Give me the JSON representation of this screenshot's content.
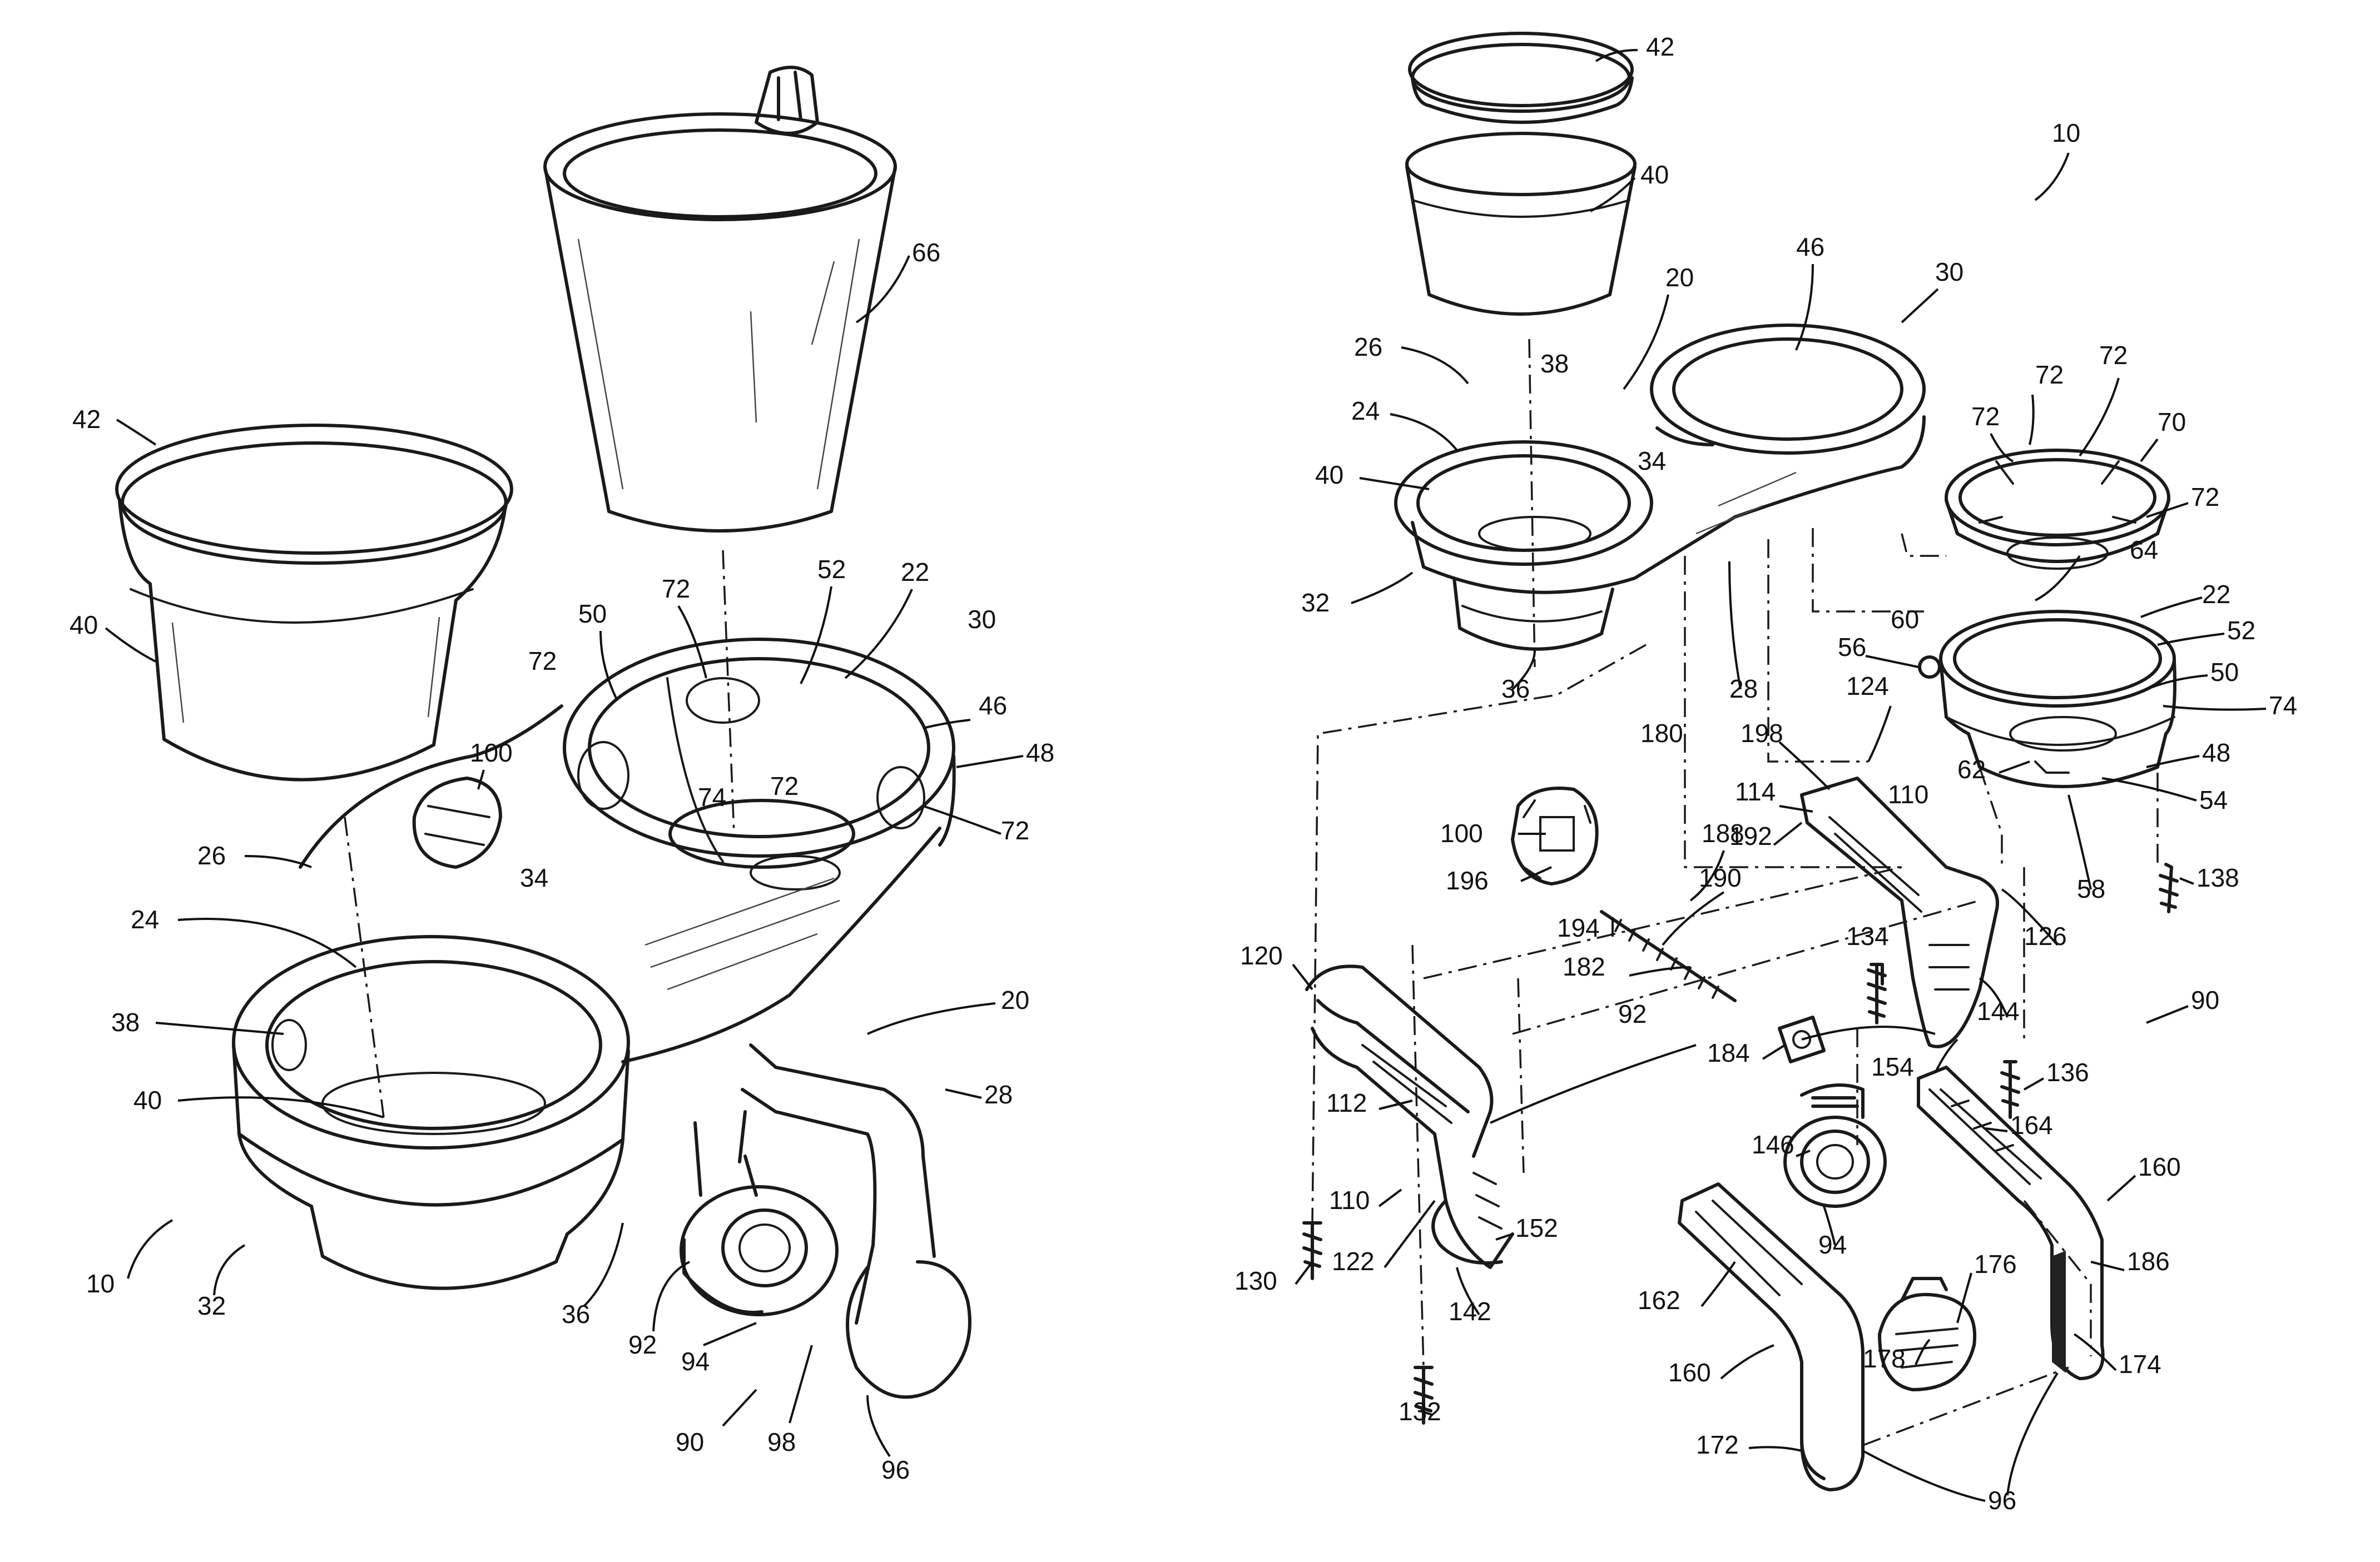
{
  "figures": {
    "assembled": {
      "callouts": [
        "42",
        "40",
        "66",
        "100",
        "26",
        "24",
        "38",
        "40",
        "50",
        "72",
        "52",
        "22",
        "30",
        "72",
        "46",
        "48",
        "74",
        "72",
        "72",
        "34",
        "20",
        "28",
        "10",
        "32",
        "36",
        "92",
        "94",
        "90",
        "98",
        "96"
      ]
    },
    "exploded": {
      "callouts": [
        "42",
        "40",
        "10",
        "20",
        "46",
        "30",
        "26",
        "24",
        "38",
        "34",
        "40",
        "72",
        "72",
        "72",
        "70",
        "72",
        "32",
        "64",
        "22",
        "60",
        "56",
        "52",
        "50",
        "74",
        "124",
        "198",
        "62",
        "48",
        "36",
        "28",
        "180",
        "114",
        "110",
        "192",
        "54",
        "100",
        "188",
        "196",
        "190",
        "58",
        "138",
        "194",
        "134",
        "126",
        "182",
        "120",
        "92",
        "144",
        "90",
        "184",
        "154",
        "136",
        "112",
        "146",
        "164",
        "160",
        "110",
        "94",
        "186",
        "176",
        "130",
        "122",
        "152",
        "162",
        "178",
        "142",
        "174",
        "160",
        "132",
        "172",
        "96"
      ]
    }
  }
}
